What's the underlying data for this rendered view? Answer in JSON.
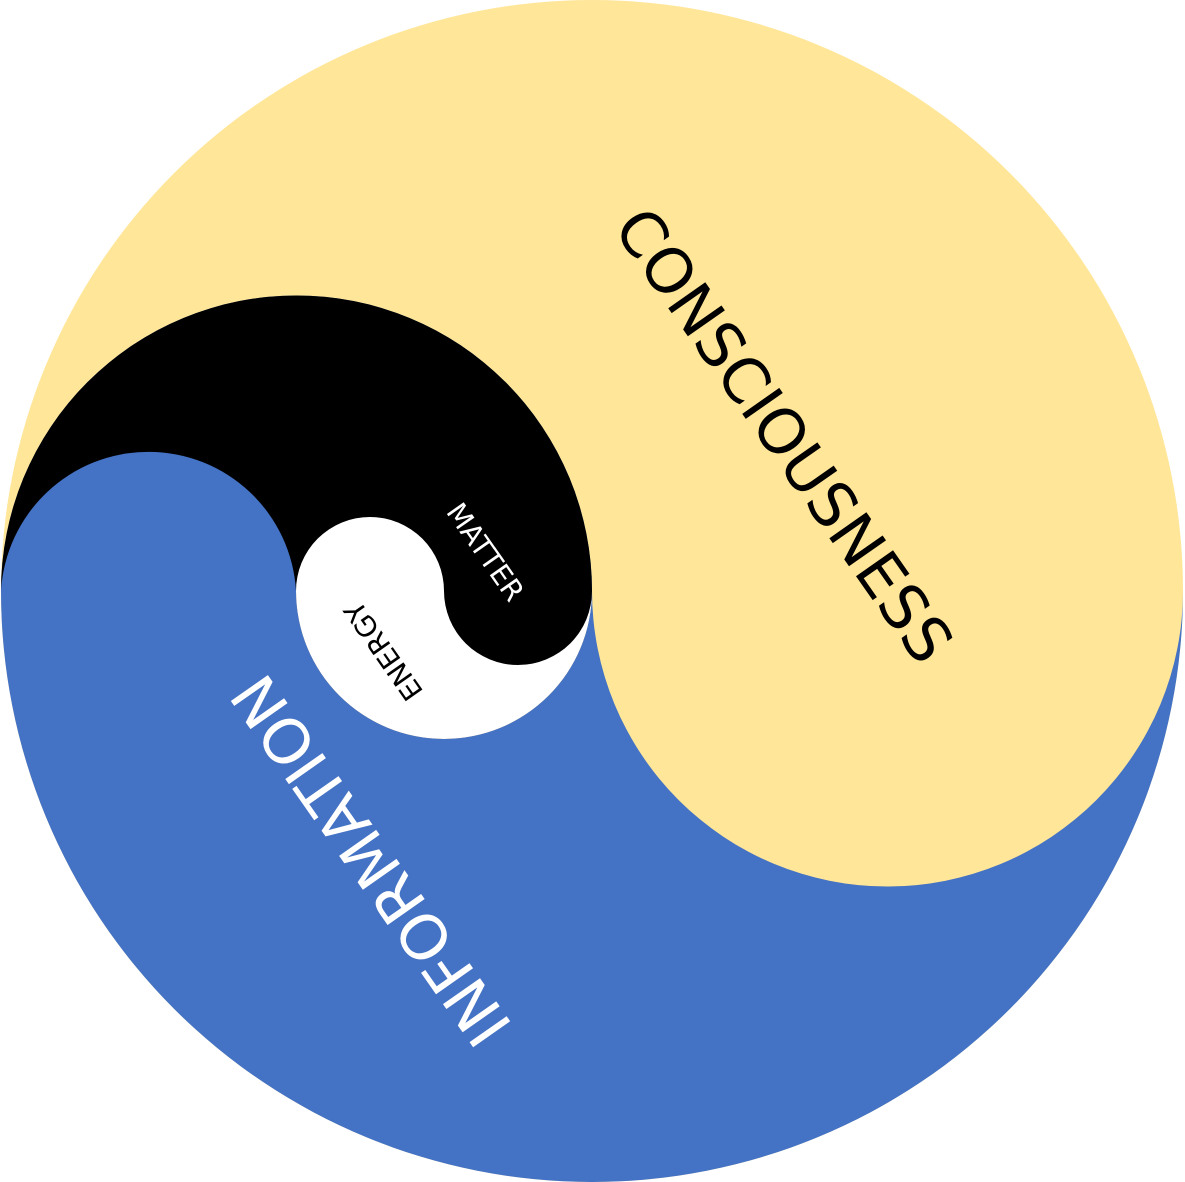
{
  "diagram": {
    "labels": {
      "consciousness": "CONSCIOUSNESS",
      "information": "INFORMATION",
      "matter": "MATTER",
      "energy": "ENERGY"
    },
    "colors": {
      "consciousness": "#FFE699",
      "information": "#4472C4",
      "matter": "#000000",
      "energy": "#FFFFFF"
    }
  }
}
